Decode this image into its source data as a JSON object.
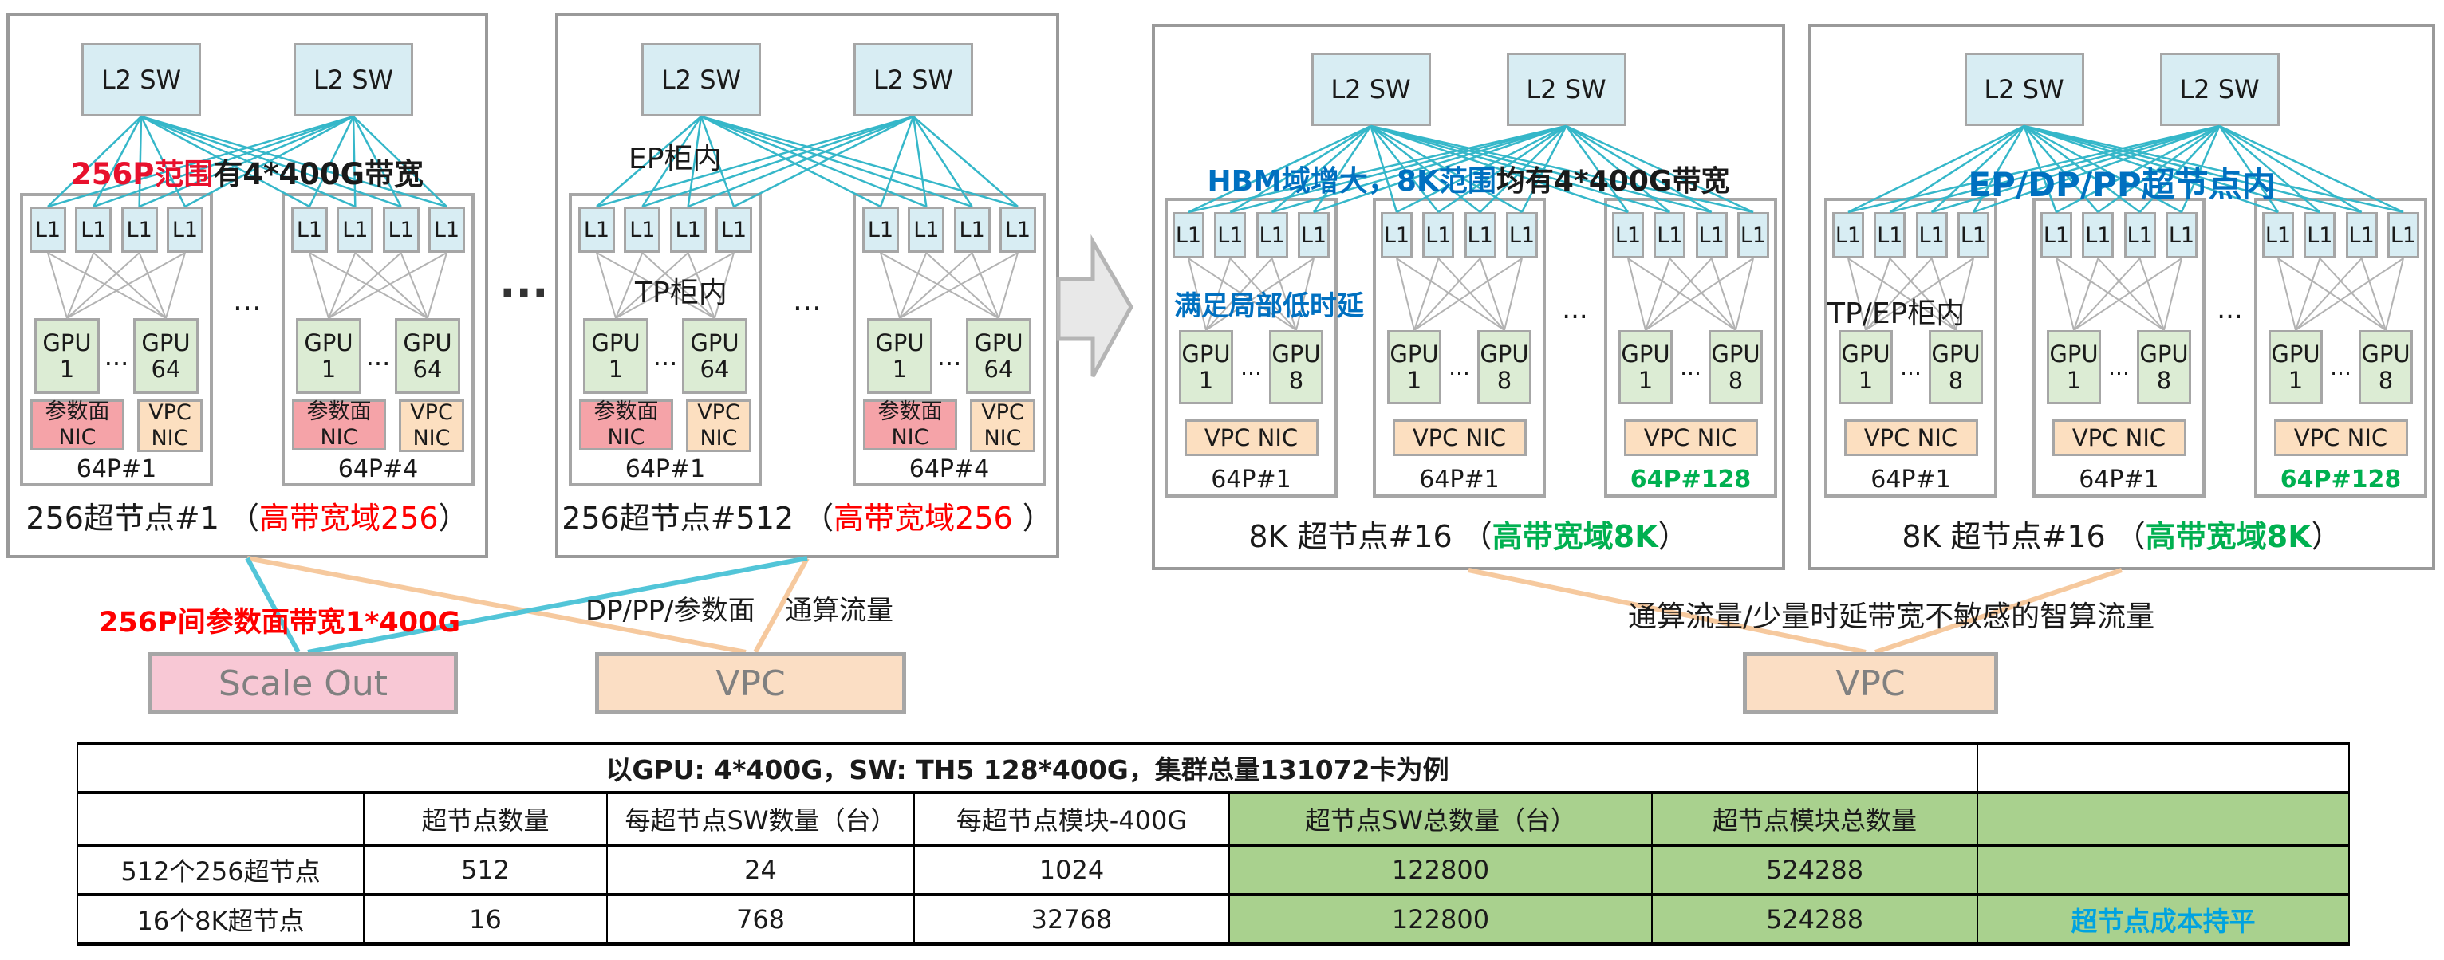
{
  "labels": {
    "l2sw": "L2 SW",
    "l1": "L1",
    "gpu": "GPU",
    "n1": "1",
    "n64": "64",
    "n8": "8",
    "dots": "...",
    "big_dots": "···",
    "param": "参数面",
    "nic": "NIC",
    "vpc": "VPC",
    "vpc_nic": "VPC NIC"
  },
  "panels": [
    {
      "title": {
        "red": "256P范围",
        "black": "有4*400G带宽"
      },
      "racks": [
        {
          "label": "64P#1"
        },
        {
          "label": "64P#4"
        }
      ],
      "caption": {
        "pre": "256超节点#1 （",
        "hi": "高带宽域256",
        "post": "）"
      }
    },
    {
      "overlay_top": "EP柜内",
      "overlay_rack": "TP柜内",
      "racks": [
        {
          "label": "64P#1"
        },
        {
          "label": "64P#4"
        }
      ],
      "caption": {
        "pre": "256超节点#512 （",
        "hi": "高带宽域256 ",
        "post": "）"
      }
    },
    {
      "title": {
        "blue": "HBM域增大，8K范围",
        "black": "均有4*400G带宽"
      },
      "overlay_mid": "满足局部低时延",
      "racks": [
        {
          "label": "64P#1"
        },
        {
          "label": "64P#1"
        },
        {
          "label": "64P#128"
        }
      ],
      "caption": {
        "pre": "8K 超节点#16 （",
        "hi": "高带宽域8K",
        "post": "）"
      }
    },
    {
      "title": {
        "blue": "EP/DP/PP超节点内"
      },
      "overlay_rack": "TP/EP柜内",
      "racks": [
        {
          "label": "64P#1"
        },
        {
          "label": "64P#1"
        },
        {
          "label": "64P#128"
        }
      ],
      "caption": {
        "pre": "8K 超节点#16 （",
        "hi": "高带宽域8K",
        "post": "）"
      }
    }
  ],
  "flow": {
    "left_red": "256P间参数面带宽1*400G",
    "dp_pp": "DP/PP/参数面",
    "compute": "通算流量",
    "right": "通算流量/少量时延带宽不敏感的智算流量"
  },
  "sinks": {
    "scale_out": "Scale Out",
    "vpc_left": "VPC",
    "vpc_right": "VPC"
  },
  "table": {
    "title": "以GPU: 4*400G，SW: TH5 128*400G，集群总量131072卡为例",
    "headers": [
      "",
      "超节点数量",
      "每超节点SW数量（台）",
      "每超节点模块-400G",
      "超节点SW总数量（台）",
      "超节点模块总数量",
      ""
    ],
    "rows": [
      [
        "512个256超节点",
        "512",
        "24",
        "1024",
        "122800",
        "524288",
        ""
      ],
      [
        "16个8K超节点",
        "16",
        "768",
        "32768",
        "122800",
        "524288",
        "超节点成本持平"
      ]
    ]
  },
  "colors": {
    "red": "#ff0000",
    "crimson": "#e8112d",
    "blue": "#0070c0",
    "green": "#00b050",
    "table_blue": "#00a3e0",
    "table_green": "#a9d18e",
    "wire_cyan": "#35b7c9",
    "wire_cyan_thick": "#52c5d8",
    "wire_orange": "#f6c99e",
    "wire_gray": "#b3b3b3",
    "box_cyan": "#d8edf3",
    "box_green": "#dcecd4",
    "nic_pink": "#f5a3a8",
    "nic_orange": "#fcdfc0",
    "sink_pink": "#f8c8d5",
    "sink_orange": "#fbdec4",
    "border_gray": "#a6a6a6"
  }
}
